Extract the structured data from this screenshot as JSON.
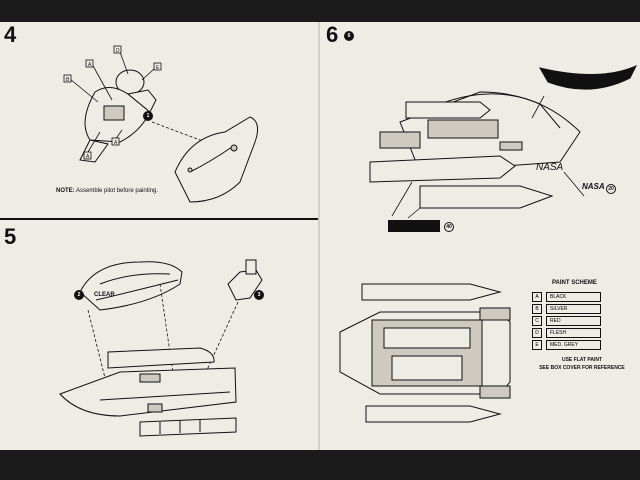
{
  "steps": {
    "step4": {
      "number": "4",
      "note_label": "NOTE:",
      "note_text": "Assemble pilot before painting."
    },
    "step5": {
      "number": "5",
      "clear_label": "CLEAR"
    },
    "step6": {
      "number": "6",
      "nasa_decal": "NASA",
      "ship_text": "NASA"
    }
  },
  "callouts": {
    "step4_a": "1",
    "step5_a": "2",
    "step5_b": "3",
    "step6_decal": "20",
    "step6_black": "40",
    "step6_head": "6"
  },
  "paint_scheme": {
    "title": "PAINT SCHEME",
    "colors": [
      {
        "letter": "A",
        "name": "BLACK"
      },
      {
        "letter": "B",
        "name": "SILVER"
      },
      {
        "letter": "C",
        "name": "RED"
      },
      {
        "letter": "D",
        "name": "FLESH"
      },
      {
        "letter": "E",
        "name": "MED. GREY"
      }
    ],
    "footnote_1": "USE FLAT PAINT",
    "footnote_2": "SEE BOX COVER FOR REFERENCE"
  }
}
